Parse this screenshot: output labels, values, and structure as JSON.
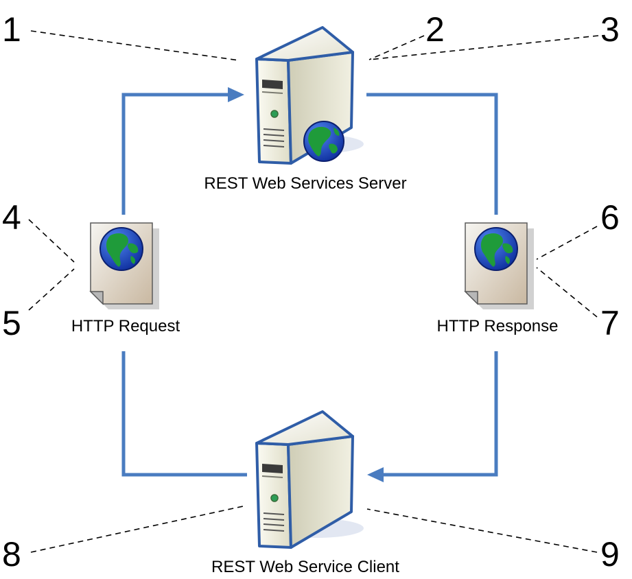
{
  "colors": {
    "connector": "#4a7cc0",
    "server_body": "#ecebd9",
    "server_outline": "#2f5da7",
    "globe_ocean": "#1c4fc4",
    "globe_land": "#1f9b3a",
    "document_paper": "#e6e2d6"
  },
  "nodes": {
    "server": {
      "label": "REST Web Services Server",
      "icon": "server-globe-icon"
    },
    "client": {
      "label": "REST Web Service Client",
      "icon": "server-icon"
    },
    "request": {
      "label": "HTTP Request",
      "icon": "web-document-icon"
    },
    "response": {
      "label": "HTTP Response",
      "icon": "web-document-icon"
    }
  },
  "callouts": [
    "1",
    "2",
    "3",
    "4",
    "5",
    "6",
    "7",
    "8",
    "9"
  ]
}
